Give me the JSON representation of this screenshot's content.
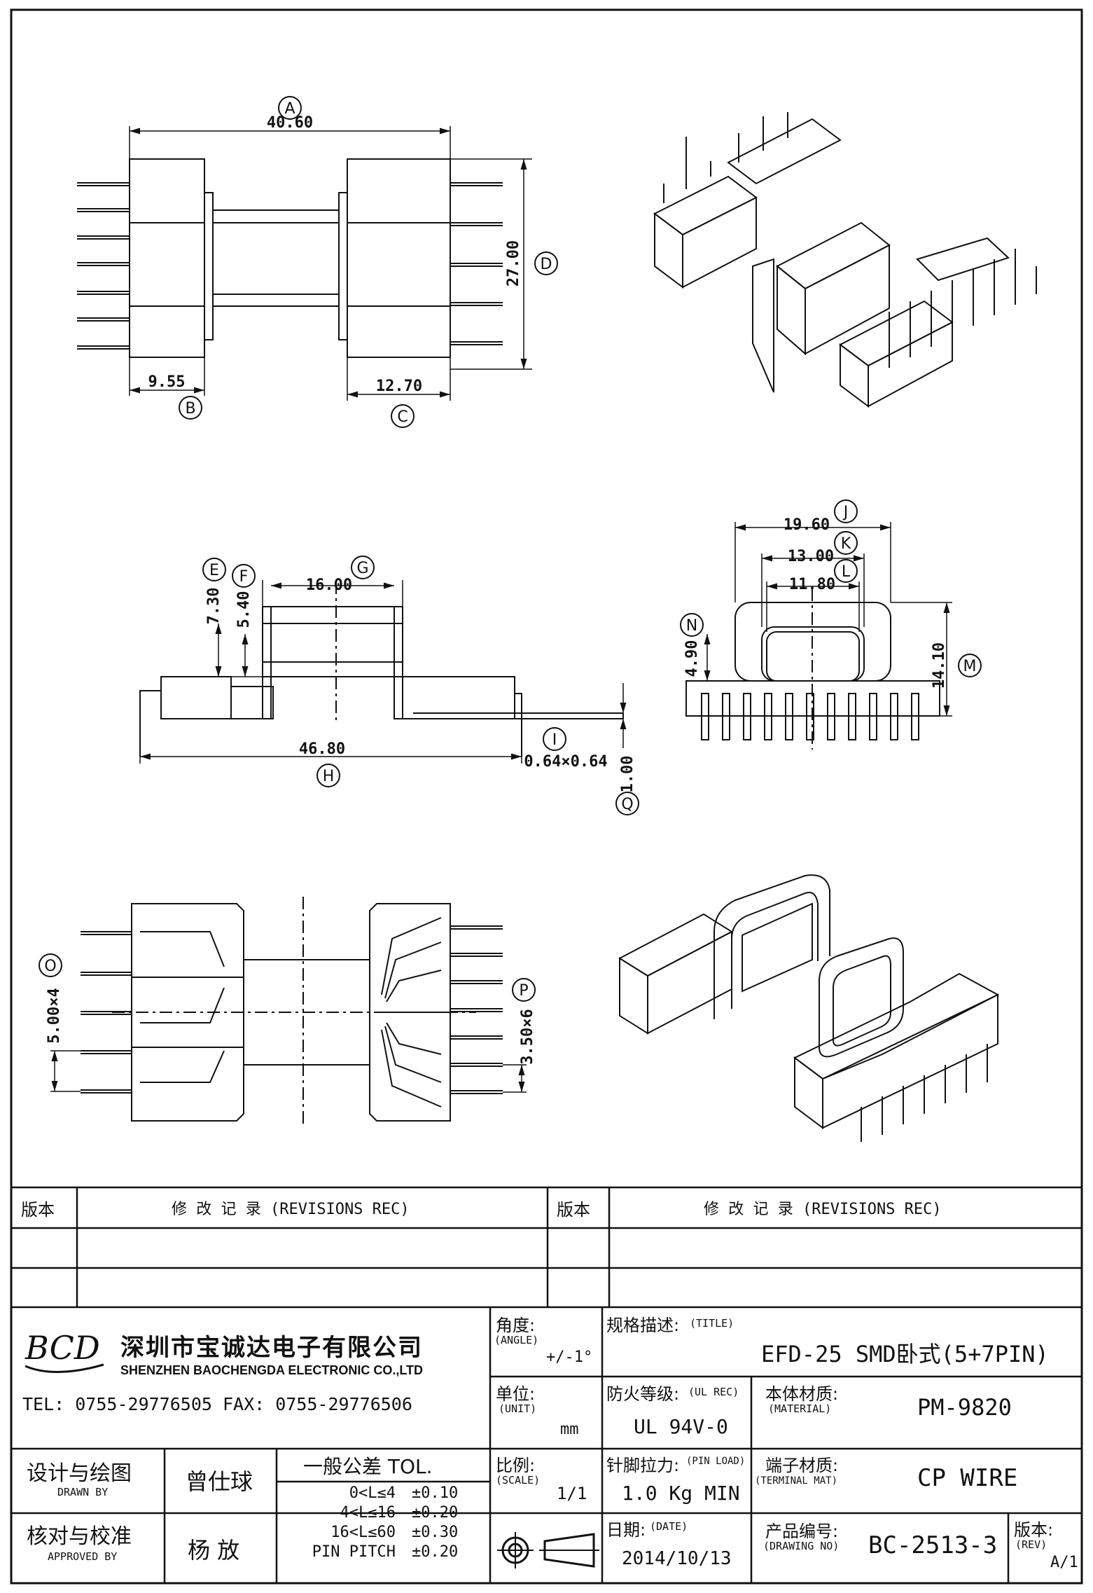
{
  "views": {
    "top": {
      "A": {
        "letter": "A",
        "value": "40.60"
      },
      "B": {
        "letter": "B",
        "value": "9.55"
      },
      "C": {
        "letter": "C",
        "value": "12.70"
      },
      "D": {
        "letter": "D",
        "value": "27.00"
      }
    },
    "side": {
      "E": {
        "letter": "E",
        "value": "7.30"
      },
      "F": {
        "letter": "F",
        "value": "5.40"
      },
      "G": {
        "letter": "G",
        "value": "16.00"
      },
      "H": {
        "letter": "H",
        "value": "46.80"
      },
      "I": {
        "letter": "I",
        "value": "0.64×0.64"
      },
      "Q": {
        "letter": "Q",
        "value": "1.00"
      }
    },
    "front": {
      "J": {
        "letter": "J",
        "value": "19.60"
      },
      "K": {
        "letter": "K",
        "value": "13.00"
      },
      "L": {
        "letter": "L",
        "value": "11.80"
      },
      "N": {
        "letter": "N",
        "value": "4.90"
      },
      "M": {
        "letter": "M",
        "value": "14.10"
      }
    },
    "bottom": {
      "O": {
        "letter": "O",
        "value": "5.00×4"
      },
      "P": {
        "letter": "P",
        "value": "3.50×6"
      }
    }
  },
  "revisions": {
    "left_version": "版本",
    "left_record": "修  改  记  录  (REVISIONS REC)",
    "right_version": "版本",
    "right_record": "修  改  记  录  (REVISIONS REC)"
  },
  "company": {
    "logo_text": "BCD",
    "name_cn": "深圳市宝诚达电子有限公司",
    "name_en": "SHENZHEN BAOCHENGDA ELECTRONIC CO.,LTD",
    "contact": "TEL: 0755-29776505  FAX: 0755-29776506"
  },
  "title_block": {
    "angle_label": "角度:",
    "angle_label_en": "(ANGLE)",
    "angle_value": "+/-1°",
    "title_label": "规格描述:",
    "title_label_en": "(TITLE)",
    "title_value": "EFD-25 SMD卧式(5+7PIN)",
    "unit_label": "单位:",
    "unit_label_en": "(UNIT)",
    "unit_value": "mm",
    "ul_label": "防火等级:",
    "ul_label_en": "(UL REC)",
    "ul_value": "UL 94V-0",
    "material_label": "本体材质:",
    "material_label_en": "(MATERIAL)",
    "material_value": "PM-9820",
    "drawn_label": "设计与绘图",
    "drawn_label_en": "DRAWN BY",
    "drawn_value": "曾仕球",
    "tol_title": "一般公差 TOL.",
    "tol_rows": [
      {
        "range": "0<L≤4",
        "value": "±0.10"
      },
      {
        "range": "4<L≤16",
        "value": "±0.20"
      },
      {
        "range": "16<L≤60",
        "value": "±0.30"
      },
      {
        "range": "PIN PITCH",
        "value": "±0.20"
      }
    ],
    "scale_label": "比例:",
    "scale_label_en": "(SCALE)",
    "scale_value": "1/1",
    "pin_load_label": "针脚拉力:",
    "pin_load_label_en": "(PIN LOAD)",
    "pin_load_value": "1.0 Kg MIN",
    "terminal_label": "端子材质:",
    "terminal_label_en": "(TERMINAL MAT)",
    "terminal_value": "CP WIRE",
    "approved_label": "核对与校准",
    "approved_label_en": "APPROVED BY",
    "approved_value": "杨  放",
    "date_label": "日期:",
    "date_label_en": "(DATE)",
    "date_value": "2014/10/13",
    "drawing_no_label": "产品编号:",
    "drawing_no_label_en": "(DRAWING NO)",
    "drawing_no_value": "BC-2513-3",
    "rev_label": "版本:",
    "rev_label_en": "(REV)",
    "rev_value": "A/1"
  }
}
